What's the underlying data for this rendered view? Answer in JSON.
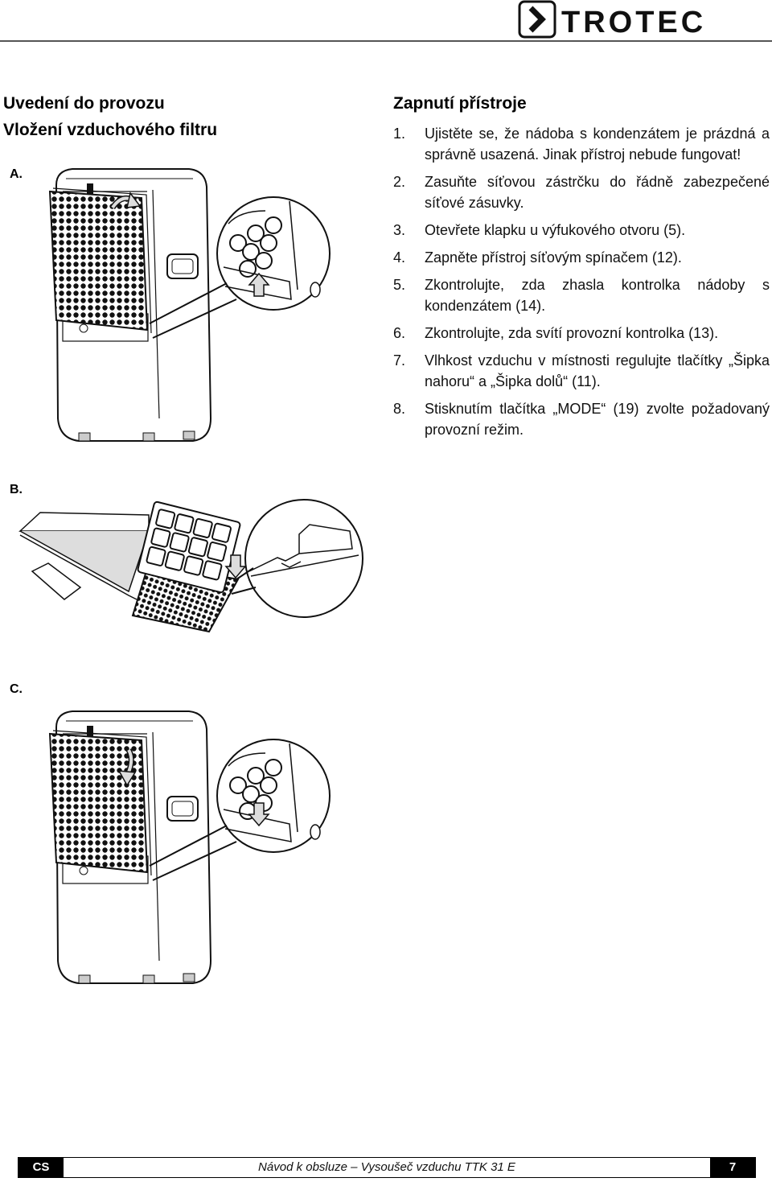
{
  "header": {
    "brand": "TROTEC"
  },
  "section": {
    "title": "Uvedení do provozu",
    "subtitle": "Vložení vzduchového filtru",
    "labels": {
      "a": "A.",
      "b": "B.",
      "c": "C."
    }
  },
  "switch_on": {
    "title": "Zapnutí přístroje",
    "steps": [
      {
        "num": "1.",
        "text": "Ujistěte se, že nádoba s kondenzátem je prázdná a správně usazená. Jinak přístroj nebude fungovat!"
      },
      {
        "num": "2.",
        "text": "Zasuňte síťovou zástrčku do řádně zabezpečené síťové zásuvky."
      },
      {
        "num": "3.",
        "text": "Otevřete klapku u výfukového otvoru (5)."
      },
      {
        "num": "4.",
        "text": "Zapněte přístroj síťovým spínačem (12)."
      },
      {
        "num": "5.",
        "text": "Zkontrolujte, zda zhasla kontrolka nádoby s kondenzátem (14)."
      },
      {
        "num": "6.",
        "text": "Zkontrolujte, zda svítí provozní kontrolka (13)."
      },
      {
        "num": "7.",
        "text": "Vlhkost vzduchu v místnosti regulujte tlačítky „Šipka nahoru“ a „Šipka dolů“ (11)."
      },
      {
        "num": "8.",
        "text": "Stisknutím tlačítka „MODE“ (19) zvolte požadovaný provozní režim."
      }
    ]
  },
  "footer": {
    "lang": "CS",
    "title": "Návod k obsluze – Vysoušeč vzduchu TTK 31 E",
    "page": "7"
  }
}
